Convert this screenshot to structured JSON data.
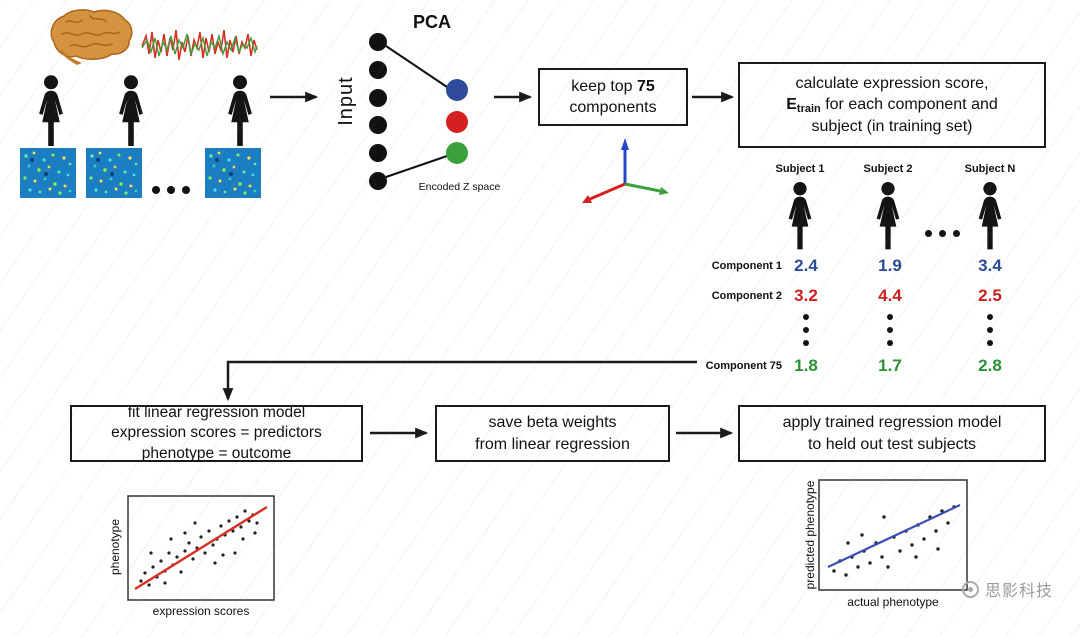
{
  "labels": {
    "pca": "PCA",
    "input": "Input",
    "encoded_z_space": "Encoded Z space"
  },
  "boxes": {
    "keep_top": {
      "pre": "keep top ",
      "count": "75",
      "line2": "components"
    },
    "calc": {
      "line1": "calculate expression score,",
      "e": "E",
      "e_sub": "train",
      "line2_rest": " for each component and",
      "line3": "subject (in training set)"
    },
    "fit": {
      "line1": "fit linear regression model",
      "line2": "expression scores = predictors",
      "line3": "phenotype = outcome"
    },
    "save": {
      "line1": "save beta weights",
      "line2": "from linear regression"
    },
    "apply": {
      "line1": "apply trained regression model",
      "line2": "to held out test subjects"
    }
  },
  "table": {
    "subject_headers": [
      "Subject 1",
      "Subject 2",
      "Subject N"
    ],
    "rows": [
      {
        "label": "Component 1",
        "color": "#2e4a9b",
        "values": [
          "2.4",
          "1.9",
          "3.4"
        ]
      },
      {
        "label": "Component 2",
        "color": "#cc2020",
        "values": [
          "3.2",
          "4.4",
          "2.5"
        ]
      },
      {
        "label": "Component 75",
        "color": "#2a9235",
        "values": [
          "1.8",
          "1.7",
          "2.8"
        ]
      }
    ]
  },
  "plots": {
    "train": {
      "xlabel": "expression scores",
      "ylabel": "phenotype",
      "line_color": "#d93025"
    },
    "test": {
      "xlabel": "actual phenotype",
      "ylabel": "predicted phenotype",
      "line_color": "#3a50b5"
    }
  },
  "colors": {
    "arrow": "#1a1a1a",
    "pca_blue": "#2e4a9b",
    "pca_red": "#d42020",
    "pca_green": "#3aa03a",
    "axis_blue": "#2545cc",
    "axis_red": "#d42020",
    "axis_green": "#3aa03a",
    "heatmap_blue": "#1b7ec2",
    "brain_orange": "#d6933f",
    "watermark_gray": "#9b9b9b"
  },
  "watermark": {
    "text": "思影科技"
  }
}
